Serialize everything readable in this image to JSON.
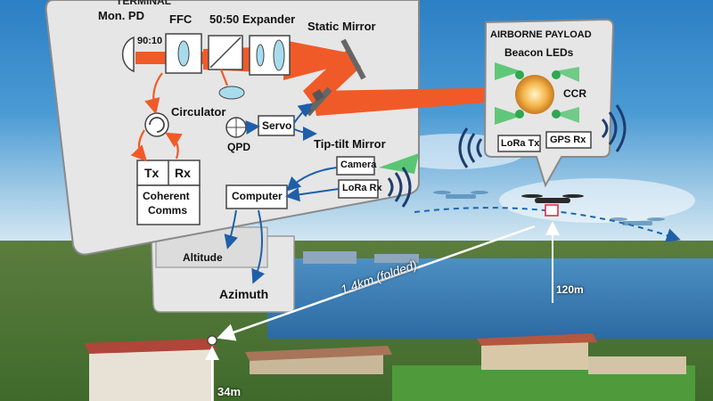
{
  "terminal": {
    "title": "TERMINAL",
    "mon_pd": "Mon. PD",
    "ffc": "FFC",
    "splitter": "50:50",
    "expander": "Expander",
    "static_mirror": "Static Mirror",
    "ratio": "90:10",
    "circulator": "Circulator",
    "qpd": "QPD",
    "servo": "Servo",
    "tip_tilt": "Tip-tilt Mirror",
    "tx": "Tx",
    "rx": "Rx",
    "coherent_comms": [
      "Coherent",
      "Comms"
    ],
    "camera": "Camera",
    "computer": "Computer",
    "lora_rx": "LoRa Rx",
    "altitude": "Altitude",
    "azimuth": "Azimuth"
  },
  "payload": {
    "title": "AIRBORNE PAYLOAD",
    "beacon": "Beacon LEDs",
    "ccr": "CCR",
    "lora_tx": "LoRa Tx",
    "gps_rx": "GPS Rx"
  },
  "annotations": {
    "distance": "1.4km (folded)",
    "drone_height": "120m",
    "building_height": "34m"
  },
  "colors": {
    "beam": "#f05a28",
    "arrow_blue": "#1f5fa8",
    "panel": "#e6e6e6",
    "led_green": "#3fbf5f"
  }
}
